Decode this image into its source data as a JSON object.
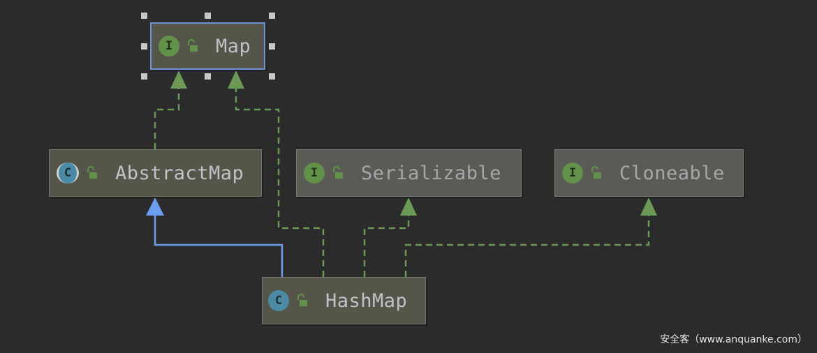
{
  "nodes": {
    "map": {
      "label": "Map",
      "kind_letter": "I"
    },
    "abstractmap": {
      "label": "AbstractMap",
      "kind_letter": "C"
    },
    "serializable": {
      "label": "Serializable",
      "kind_letter": "I"
    },
    "cloneable": {
      "label": "Cloneable",
      "kind_letter": "I"
    },
    "hashmap": {
      "label": "HashMap",
      "kind_letter": "C"
    }
  },
  "icons": {
    "interface": "interface-badge-icon",
    "class": "class-badge-icon",
    "abstract": "abstract-class-badge-icon",
    "access": "unlocked-padlock-icon"
  },
  "colors": {
    "background": "#2b2b2b",
    "interface_badge": "#62914a",
    "class_badge": "#4a8aa5",
    "implements_edge": "#6a9a55",
    "extends_edge": "#6b9ef0",
    "selection": "#6b93d6"
  },
  "watermark": "安全客（www.anquanke.com）"
}
